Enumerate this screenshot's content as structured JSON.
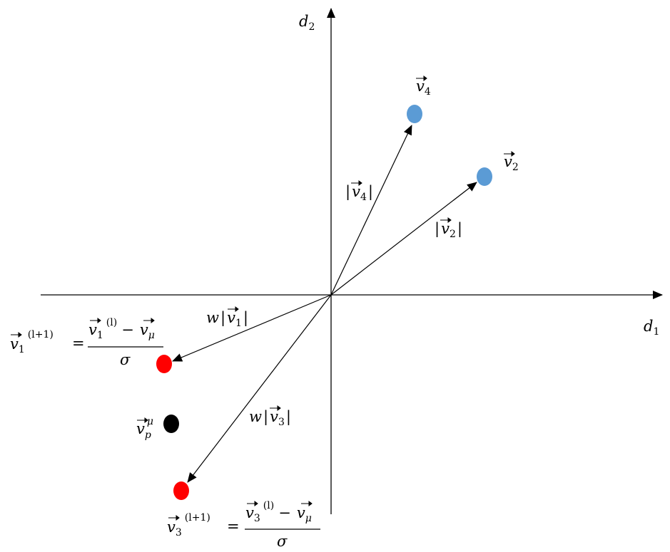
{
  "axes": {
    "x_label": "d",
    "x_label_sub": "1",
    "y_label": "d",
    "y_label_sub": "2"
  },
  "points": {
    "v4": {
      "label_base": "v",
      "label_sub": "4",
      "color": "#5b9bd5"
    },
    "v2": {
      "label_base": "v",
      "label_sub": "2",
      "color": "#5b9bd5"
    },
    "v1": {
      "color": "#ff0000"
    },
    "v3": {
      "color": "#ff0000"
    },
    "vp": {
      "label_base": "v",
      "label_sub": "p",
      "label_sup": "μ",
      "color": "#000000"
    }
  },
  "arrow_labels": {
    "v4": {
      "prefix": "",
      "open": "|",
      "base": "v",
      "sub": "4",
      "close": "|"
    },
    "v2": {
      "prefix": "",
      "open": "|",
      "base": "v",
      "sub": "2",
      "close": "|"
    },
    "v1": {
      "prefix": "w",
      "open": "|",
      "base": "v",
      "sub": "1",
      "close": "|"
    },
    "v3": {
      "prefix": "w",
      "open": "|",
      "base": "v",
      "sub": "3",
      "close": "|"
    }
  },
  "formulas": {
    "v1": {
      "lhs_base": "v",
      "lhs_sub": "1",
      "lhs_sup": "(l+1)",
      "equals": "=",
      "num_base": "v",
      "num_sub": "1",
      "num_sup": "(l)",
      "minus": "−",
      "num_mu_base": "v",
      "num_mu_sub": "μ",
      "den": "σ"
    },
    "v3": {
      "lhs_base": "v",
      "lhs_sub": "3",
      "lhs_sup": "(l+1)",
      "equals": "=",
      "num_base": "v",
      "num_sub": "3",
      "num_sup": "(l)",
      "minus": "−",
      "num_mu_base": "v",
      "num_mu_sub": "μ",
      "den": "σ"
    }
  },
  "colors": {
    "axis": "#000000",
    "blue_point": "#5b9bd5",
    "red_point": "#ff0000",
    "black_point": "#000000"
  }
}
